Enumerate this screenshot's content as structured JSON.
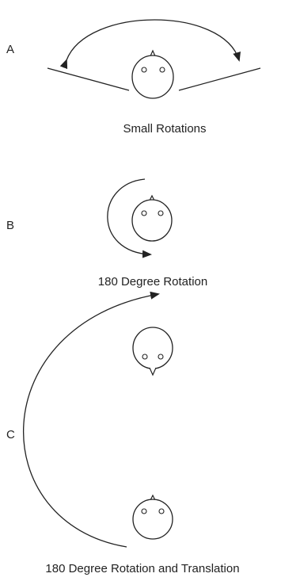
{
  "panels": [
    {
      "letter": "A",
      "caption": "Small Rotations"
    },
    {
      "letter": "B",
      "caption": "180 Degree Rotation"
    },
    {
      "letter": "C",
      "caption": "180 Degree Rotation and Translation"
    }
  ],
  "colors": {
    "ink": "#222222",
    "background": "#ffffff"
  }
}
